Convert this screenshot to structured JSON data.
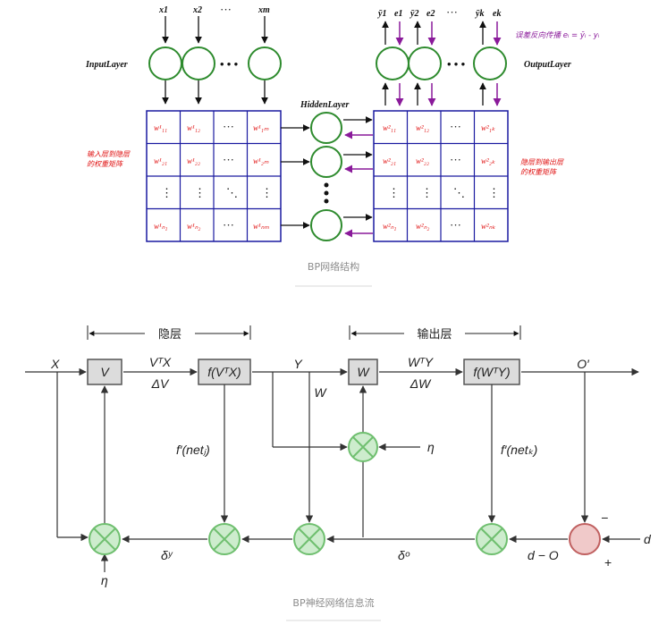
{
  "figure1": {
    "inputs": [
      "x1",
      "x2",
      "···",
      "xm"
    ],
    "input_layer": "InputLayer",
    "hidden_layer": "HiddenLayer",
    "output_layer": "OutputLayer",
    "outputs": [
      [
        "ȳ1",
        "e1"
      ],
      [
        "ȳ2",
        "e2"
      ],
      [
        "···",
        ""
      ],
      [
        "ȳk",
        "ek"
      ]
    ],
    "error_note": "误差反向传播  eₗ = ȳₗ - yₗ",
    "w1_label": [
      "输入层到隐层",
      "的权重矩阵"
    ],
    "w2_label": [
      "隐层到输出层",
      "的权重矩阵"
    ],
    "w1_matrix": [
      [
        "w¹₁₁",
        "w¹₁₂",
        "···",
        "w¹₁ₘ"
      ],
      [
        "w¹₂₁",
        "w¹₂₂",
        "···",
        "w¹₂ₘ"
      ],
      [
        "⋮",
        "⋮",
        "⋱",
        "⋮"
      ],
      [
        "w¹ₙ₁",
        "w¹ₙ₂",
        "···",
        "w¹ₙₘ"
      ]
    ],
    "w2_matrix": [
      [
        "w²₁₁",
        "w²₁₂",
        "···",
        "w²₁ₖ"
      ],
      [
        "w²₂₁",
        "w²₂₂",
        "···",
        "w²₂ₖ"
      ],
      [
        "⋮",
        "⋮",
        "⋱",
        "⋮"
      ],
      [
        "w²ₙ₁",
        "w²ₙ₂",
        "···",
        "w²ₙₖ"
      ]
    ],
    "caption": "BP网络结构"
  },
  "figure2": {
    "hidden_range": "隐层",
    "output_range": "输出层",
    "X": "X",
    "V": "V",
    "VTX": "VᵀX",
    "dV": "ΔV",
    "fVTX": "f(VᵀX)",
    "Y": "Y",
    "W_top": "W",
    "W_mid": "W",
    "WTY": "WᵀY",
    "dW": "ΔW",
    "fWTY": "f(WᵀY)",
    "O": "O′",
    "eta_mid": "η",
    "eta_bot": "η",
    "fnetj": "f′(netⱼ)",
    "fnetk": "f′(netₖ)",
    "delta_y": "δʸ",
    "delta_o": "δᵒ",
    "d_minus_o": "d − O",
    "d": "d",
    "minus": "−",
    "plus": "+",
    "caption": "BP神经网络信息流"
  },
  "colors": {
    "matrix_border": "#1a1aa0",
    "neuron_green": "#2e8b2e",
    "error_red": "#e01010",
    "backprop_purple": "#8a1a9a",
    "flow_node_fill": "#cdeccd",
    "flow_node_stroke": "#6fbf6f",
    "sum_node_fill": "#f0c9c9",
    "sum_node_stroke": "#c06060",
    "box_fill": "#dcdcdc"
  }
}
